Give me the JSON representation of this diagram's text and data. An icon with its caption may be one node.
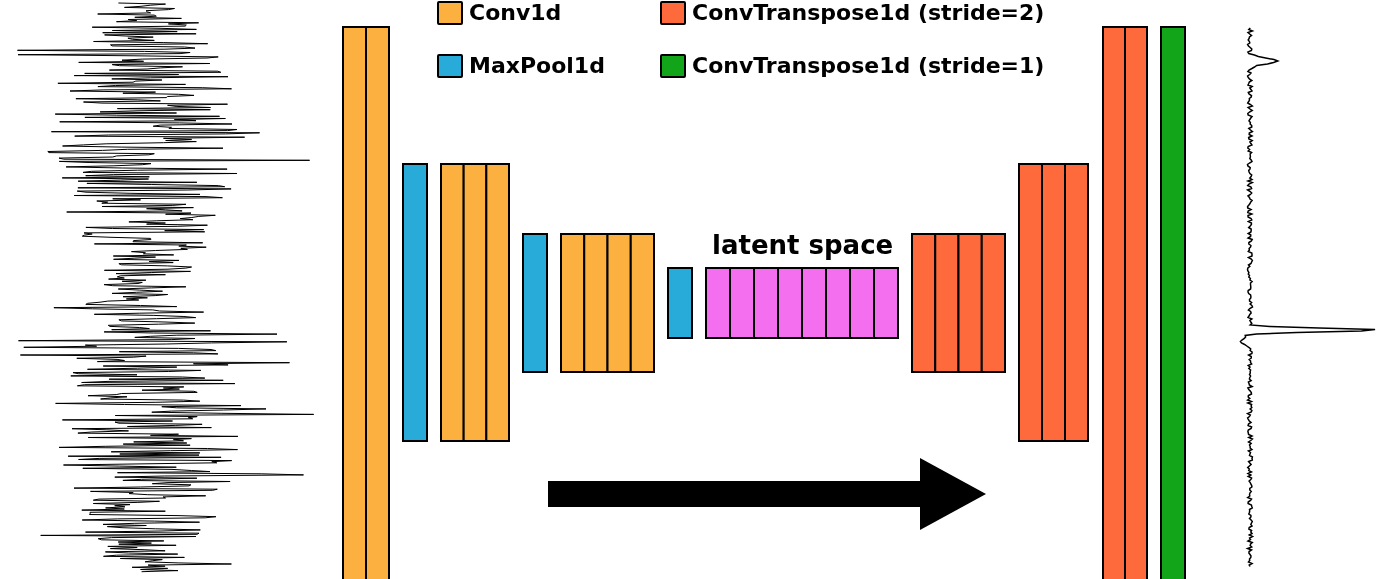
{
  "diagram": {
    "labels": [
      "latent space"
    ],
    "legend": [
      {
        "text": "Conv1d",
        "color": "#fbb040"
      },
      {
        "text": "MaxPool1d",
        "color": "#29abd9"
      },
      {
        "text": "ConvTranspose1d (stride=2)",
        "color": "#ff6a3d"
      },
      {
        "text": "ConvTranspose1d (stride=1)",
        "color": "#12a51a"
      }
    ]
  }
}
